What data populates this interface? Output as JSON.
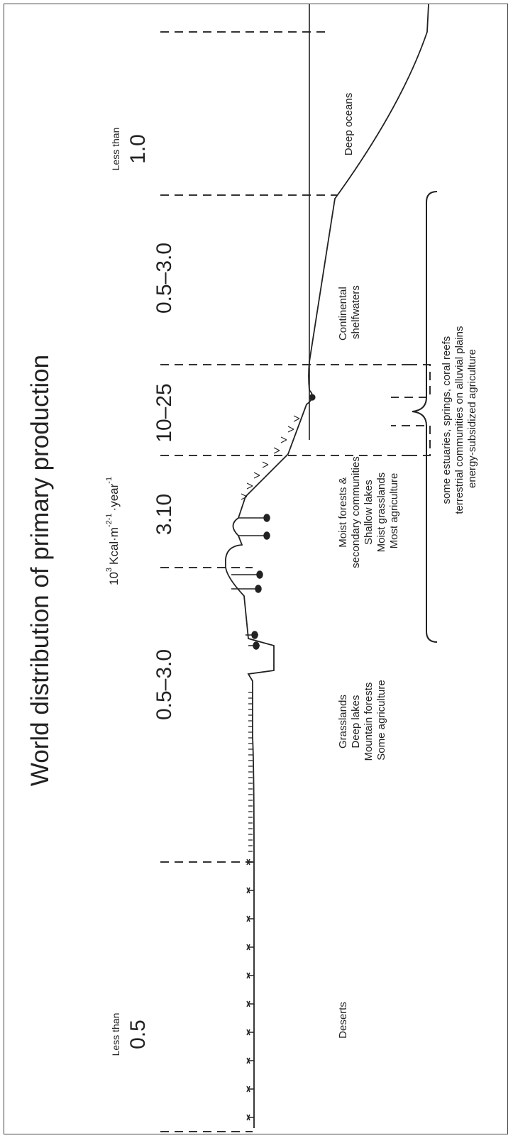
{
  "title": "World distribution of primary production",
  "units": {
    "base": "10",
    "base_exp": "3",
    "kcal": "Kcal",
    "dot": "·",
    "m": "m",
    "m_exp": "-2-1",
    "year": "year",
    "year_exp": "-1"
  },
  "zones": [
    {
      "pre": "Less than",
      "range": "0.5"
    },
    {
      "pre": "",
      "range": "0.5–3.0"
    },
    {
      "pre": "",
      "range": "3.10"
    },
    {
      "pre": "",
      "range": "10–25"
    },
    {
      "pre": "",
      "range": "0.5–3.0"
    },
    {
      "pre": "Less than",
      "range": "1.0"
    }
  ],
  "labels": {
    "deserts": "Deserts",
    "grass": [
      "Grasslands",
      "Deep lakes",
      "Mountain forests",
      "Some agriculture"
    ],
    "moist": [
      "Moist forests &",
      "secondary communities",
      "Shallow lakes",
      "Moist grasslands",
      "Most agriculture"
    ],
    "continental": [
      "Continental",
      "shelfwaters"
    ],
    "deep": "Deep oceans",
    "brace": [
      "some estuaries, springs, coral reefs",
      "terrestrial communities on alluvial plains",
      "energy-subsidized agriculture"
    ]
  }
}
